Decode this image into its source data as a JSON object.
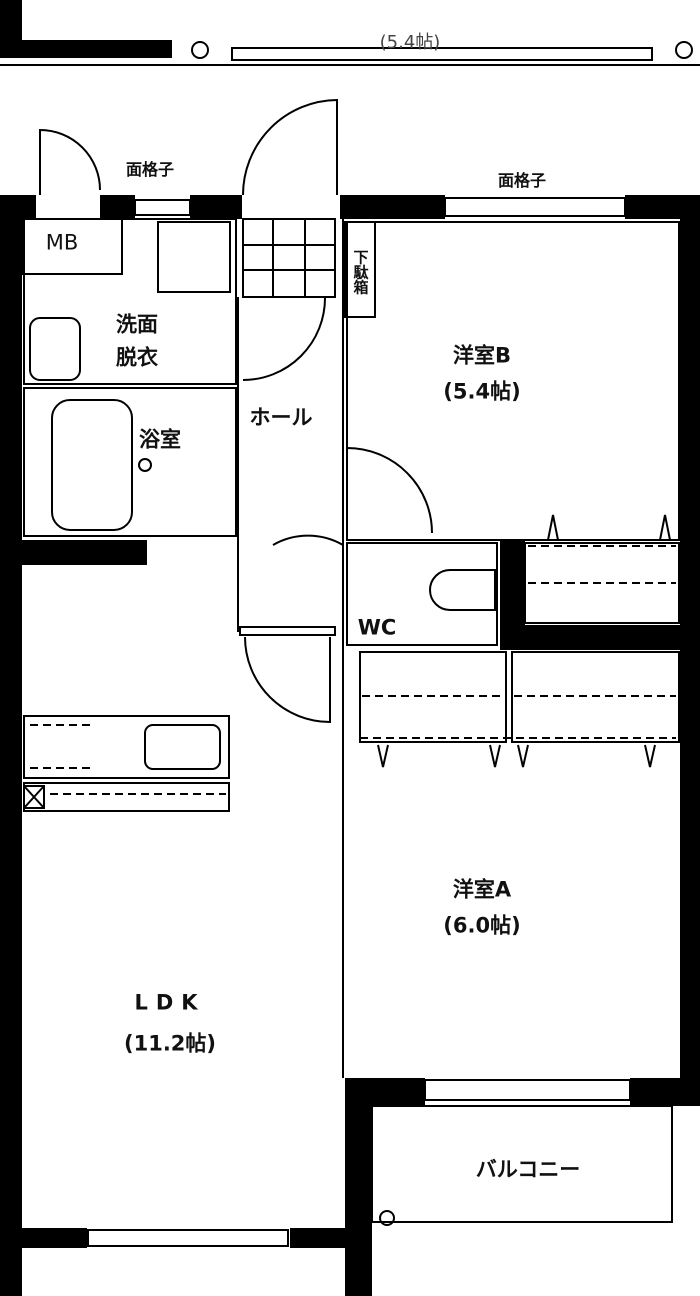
{
  "floor_plan": {
    "upper_unit_label": "(5.4帖)",
    "labels": {
      "lattice_left": "面格子",
      "lattice_right": "面格子",
      "meter_box": "MB",
      "washroom_line1": "洗面",
      "washroom_line2": "脱衣",
      "bathroom": "浴室",
      "hall": "ホール",
      "shoe_box": "下駄箱",
      "room_b_name": "洋室B",
      "room_b_size": "(5.4帖)",
      "wc": "WC",
      "room_a_name": "洋室A",
      "room_a_size": "(6.0帖)",
      "ldk_name": "LDK",
      "ldk_size": "(11.2帖)",
      "balcony": "バルコニー"
    },
    "colors": {
      "wall": "#000000",
      "background": "#ffffff"
    }
  }
}
